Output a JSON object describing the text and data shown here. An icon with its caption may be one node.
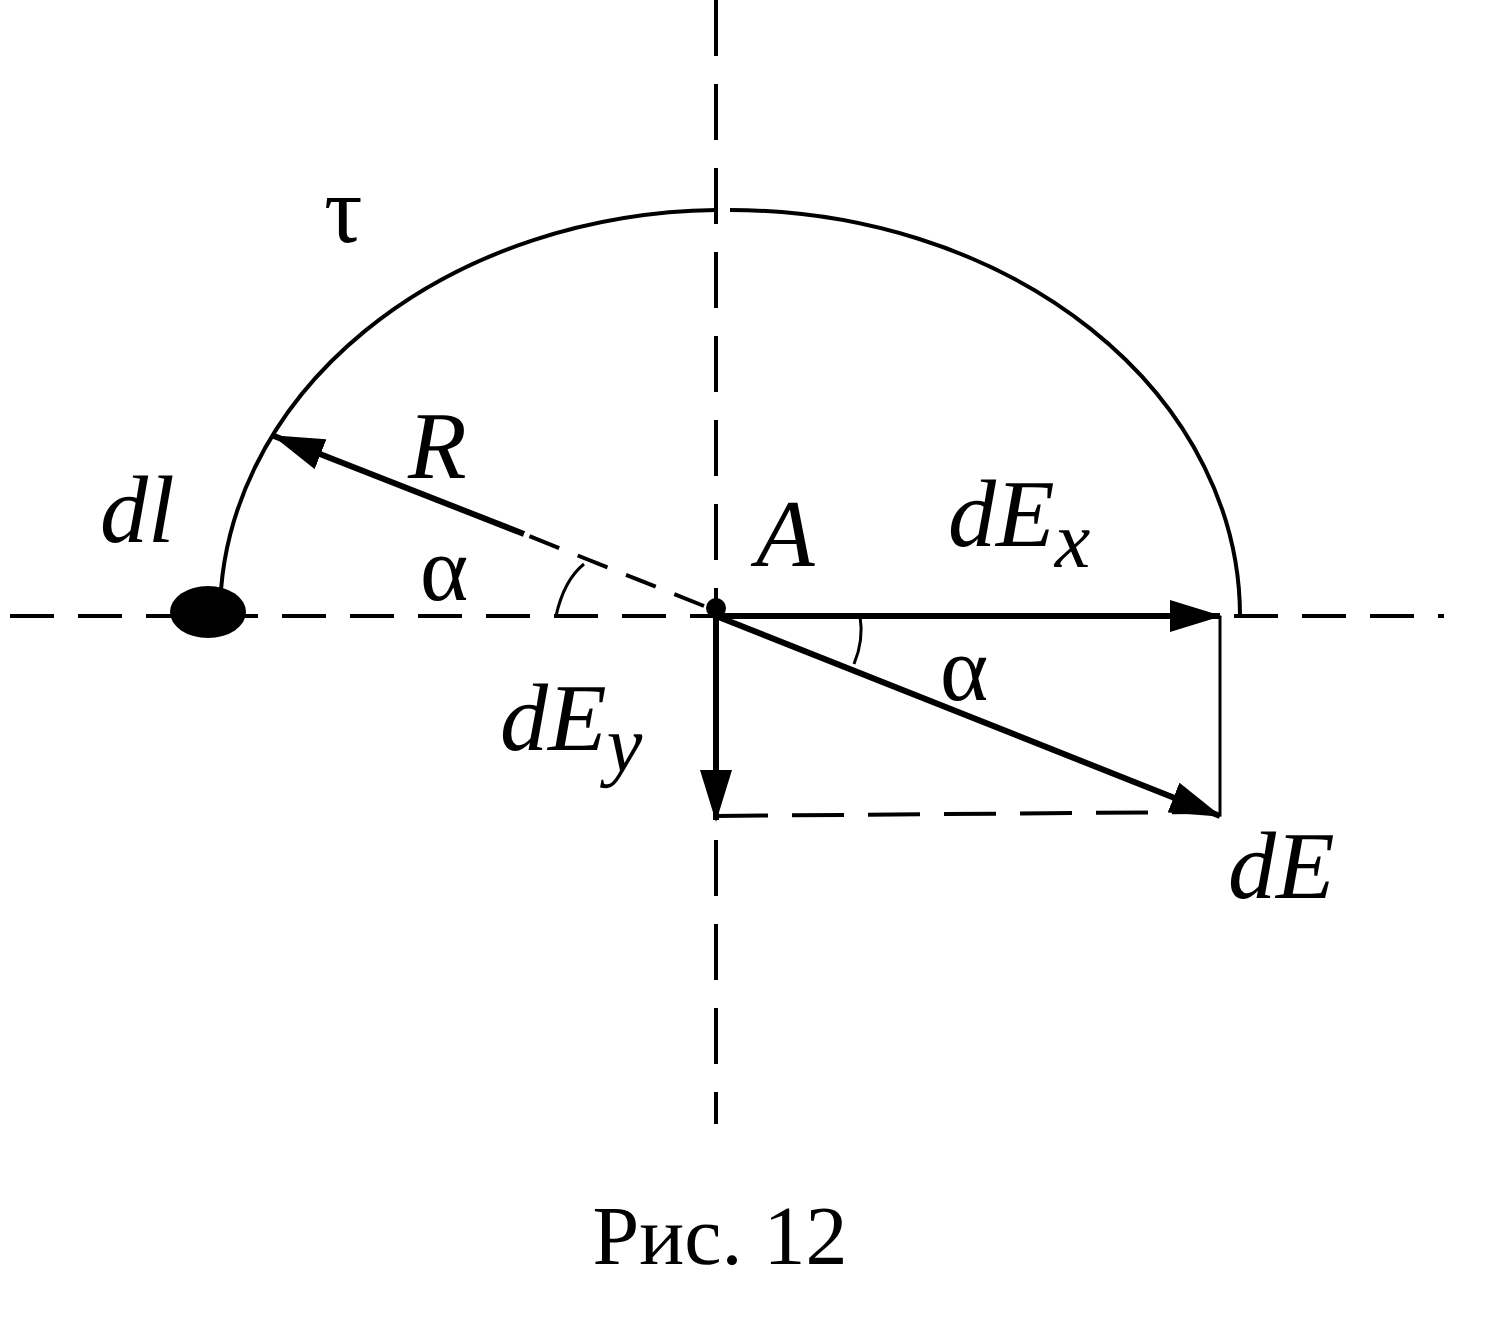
{
  "diagram": {
    "caption": "Рис. 12",
    "labels": [
      "τ",
      "R",
      "dl",
      "α",
      "A",
      "dE$_{x}$",
      "α",
      "dE$_{y}$",
      "dE"
    ]
  }
}
